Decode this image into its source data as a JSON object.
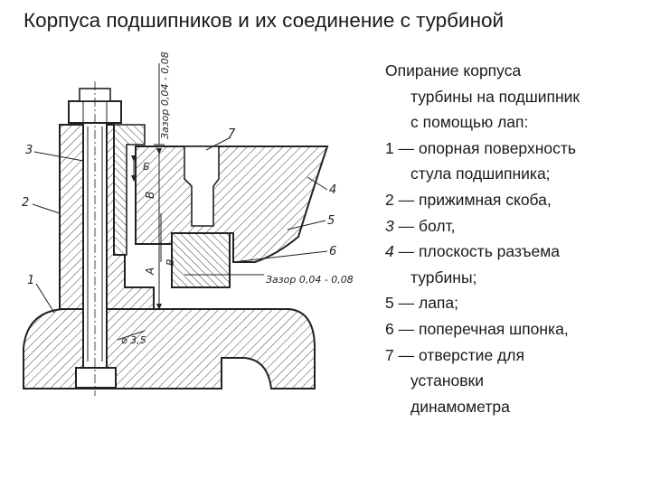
{
  "title": "Корпуса подшипников и их соединение с турбиной",
  "description": {
    "intro_lines": [
      "Опирание корпуса",
      "турбины на подшипник",
      "с помощью лап:"
    ],
    "items": [
      {
        "num": "1",
        "lines": [
          "опорная поверхность",
          "стула подшипника;"
        ]
      },
      {
        "num": "2",
        "lines": [
          "прижимная скоба,"
        ]
      },
      {
        "num": "3",
        "lines": [
          "болт,"
        ]
      },
      {
        "num": "4",
        "lines": [
          "плоскость разъема",
          "турбины;"
        ]
      },
      {
        "num": "5",
        "lines": [
          "лапа;"
        ]
      },
      {
        "num": "6",
        "lines": [
          "поперечная шпонка,"
        ]
      },
      {
        "num": "7",
        "lines": [
          "отверстие для",
          "установки",
          "динамометра"
        ]
      }
    ],
    "dash": "—"
  },
  "drawing": {
    "labels": {
      "n1": "1",
      "n2": "2",
      "n3": "3",
      "n4": "4",
      "n5": "5",
      "n6": "6",
      "n7": "7",
      "dimA": "A",
      "dimB": "B",
      "dimB2": "Б",
      "dimV": "В",
      "gap_top": "Зазор 0,04 - 0,08",
      "gap_right": "Зазор 0,04 - 0,08",
      "dia": "⌀ 3,5"
    }
  }
}
